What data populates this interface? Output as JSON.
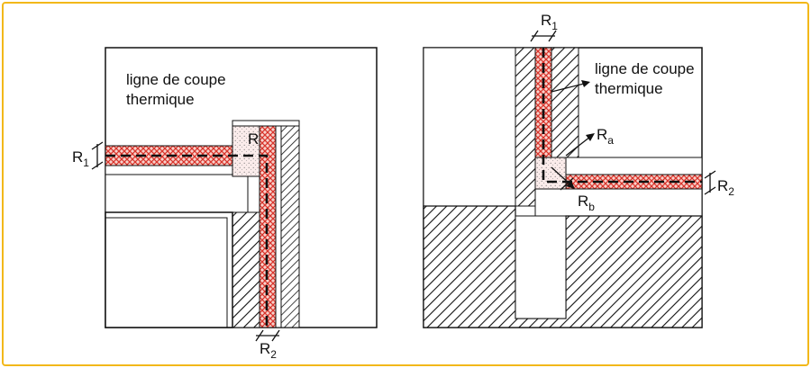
{
  "diagram": {
    "left_panel": {
      "label_line1": "ligne de coupe",
      "label_line2": "thermique",
      "r1": {
        "base": "R",
        "sub": "1"
      },
      "r2": {
        "base": "R",
        "sub": "2"
      },
      "r": "R"
    },
    "right_panel": {
      "label_line1": "ligne de coupe",
      "label_line2": "thermique",
      "r1": {
        "base": "R",
        "sub": "1"
      },
      "r2": {
        "base": "R",
        "sub": "2"
      },
      "ra": {
        "base": "R",
        "sub": "a"
      },
      "rb": {
        "base": "R",
        "sub": "b"
      }
    },
    "colors": {
      "frame": "#f2b81a",
      "insulation": "#d9342b",
      "insulation_fill": "#f6c6c0",
      "line": "#111111"
    }
  }
}
